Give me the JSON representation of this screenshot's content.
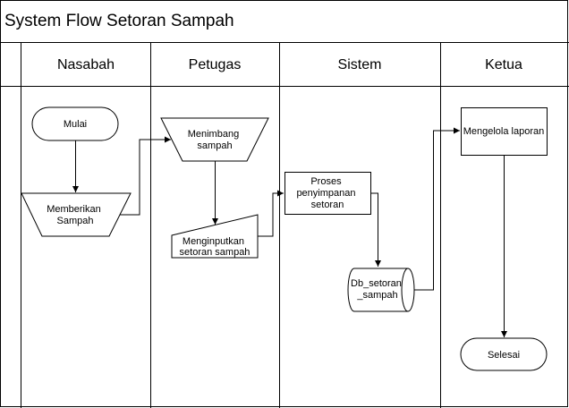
{
  "title": "System Flow Setoran Sampah",
  "lanes": [
    "Nasabah",
    "Petugas",
    "Sistem",
    "Ketua"
  ],
  "nodes": {
    "mulai": [
      "Mulai"
    ],
    "memberikan": [
      "Memberikan",
      "Sampah"
    ],
    "menimbang": [
      "Menimbang",
      "sampah"
    ],
    "menginputkan": [
      "Menginputkan",
      "setoran sampah"
    ],
    "proses": [
      "Proses",
      "penyimpanan",
      "setoran"
    ],
    "db": [
      "Db_setoran",
      "_sampah"
    ],
    "mengelola": [
      "Mengelola laporan"
    ],
    "selesai": [
      "Selesai"
    ]
  }
}
